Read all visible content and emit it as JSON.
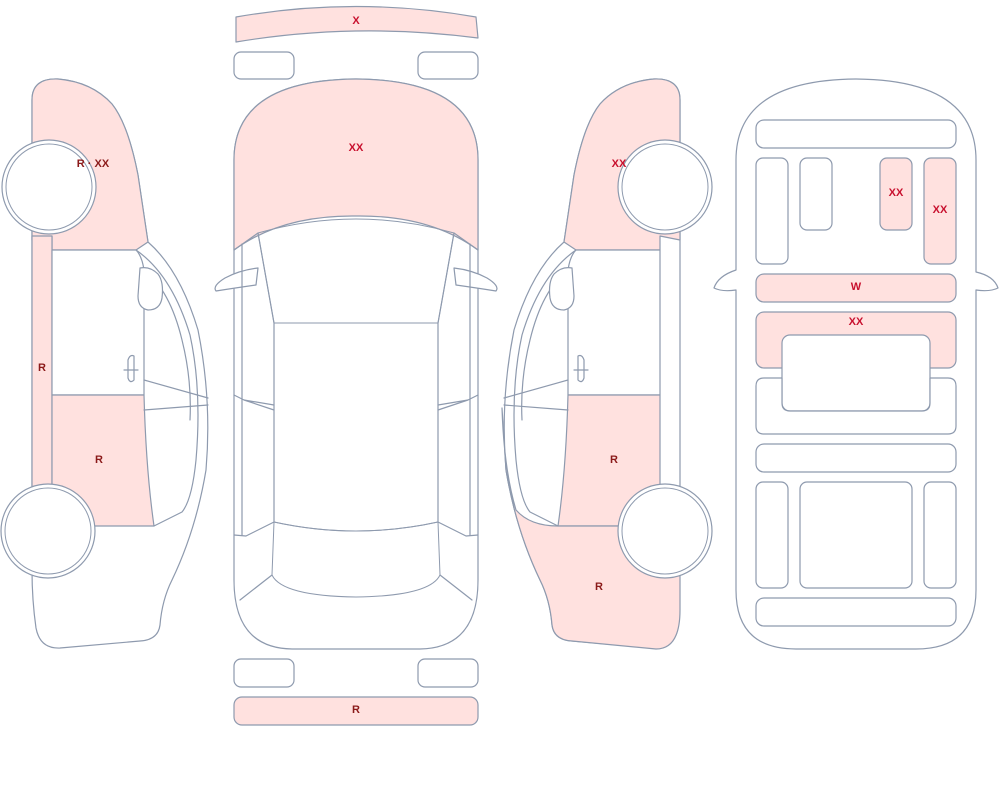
{
  "colors": {
    "outline": "#8e9aae",
    "damaged_fill": "#ffe1df",
    "marker_red": "#c8102e",
    "marker_dark": "#8b1a1a"
  },
  "markers": {
    "front_bumper": "X",
    "hood": "XX",
    "rear_bumper": "R",
    "left_front_fender": "R · XX",
    "left_rocker": "R",
    "left_rear_door": "R",
    "right_front_fender": "XX",
    "right_rear_door": "R",
    "right_rear_quarter": "R",
    "underbody_seat_a": "XX",
    "underbody_seat_b": "XX",
    "underbody_bar_w": "W",
    "underbody_panel": "XX"
  }
}
